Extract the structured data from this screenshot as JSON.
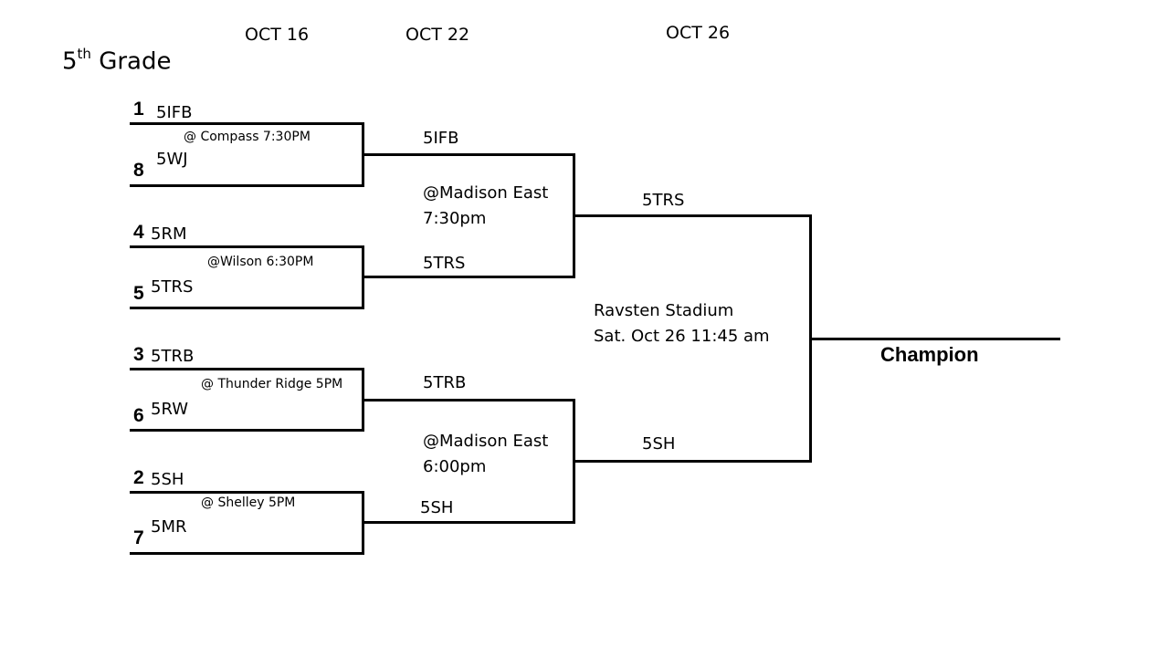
{
  "title": {
    "main": "5",
    "sup": "th",
    "rest": " Grade"
  },
  "dates": {
    "round1": "OCT 16",
    "round2": "OCT 22",
    "round3": "OCT 26"
  },
  "round1": [
    {
      "top_seed": "1",
      "top_team": "5IFB",
      "bottom_seed": "8",
      "bottom_team": "5WJ",
      "venue": "@   Compass 7:30PM"
    },
    {
      "top_seed": "4",
      "top_team": "5RM",
      "bottom_seed": "5",
      "bottom_team": "5TRS",
      "venue": "@Wilson 6:30PM"
    },
    {
      "top_seed": "3",
      "top_team": "5TRB",
      "bottom_seed": "6",
      "bottom_team": "5RW",
      "venue": "@ Thunder Ridge 5PM"
    },
    {
      "top_seed": "2",
      "top_team": "5SH",
      "bottom_seed": "7",
      "bottom_team": "5MR",
      "venue": "@ Shelley 5PM"
    }
  ],
  "round2": [
    {
      "top_team": "5IFB",
      "bottom_team": "5TRS",
      "venue_line1": "@Madison East",
      "venue_line2": "7:30pm"
    },
    {
      "top_team": "5TRB",
      "bottom_team": "5SH",
      "venue_line1": "@Madison East",
      "venue_line2": "6:00pm"
    }
  ],
  "final": {
    "top_team": "5TRS",
    "bottom_team": "5SH",
    "venue_line1": "Ravsten Stadium",
    "venue_line2": "Sat. Oct 26 11:45 am"
  },
  "champion_label": "Champion"
}
